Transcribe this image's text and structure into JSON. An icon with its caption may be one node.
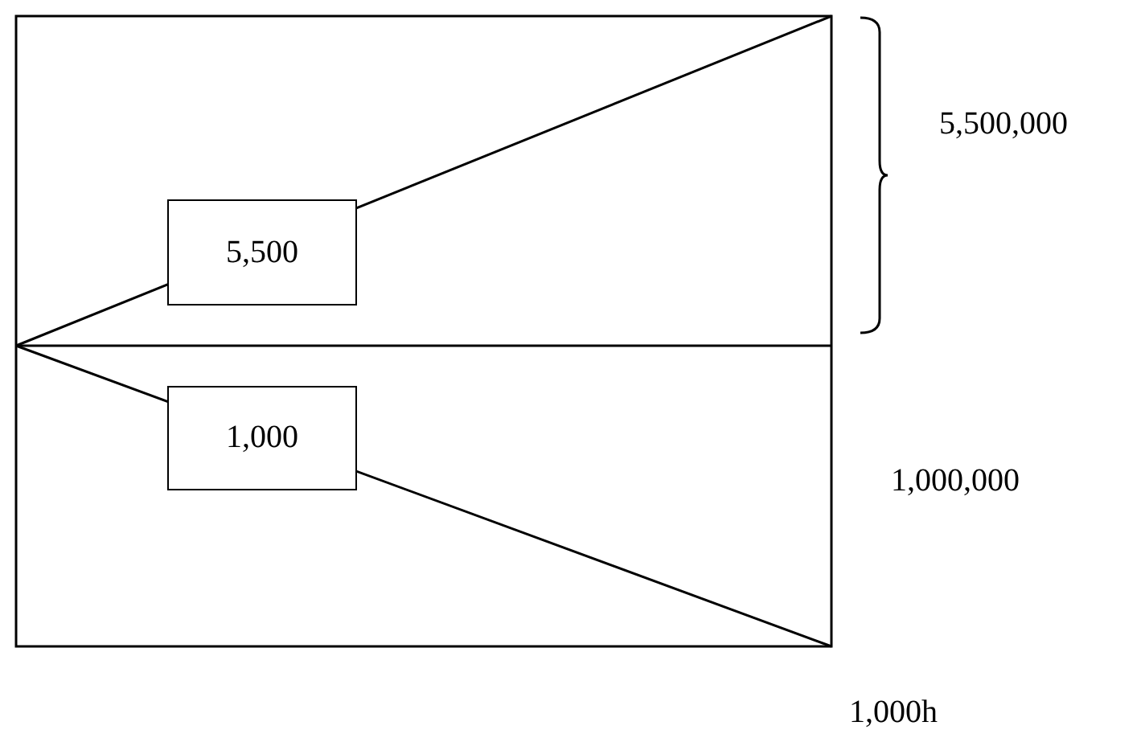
{
  "diagram": {
    "nodes": [
      {
        "text": [
          "5,500"
        ]
      },
      {
        "text": [
          "1,000"
        ]
      }
    ],
    "labels": [
      "5,500,000",
      "1,000,000",
      "1,000h"
    ]
  }
}
